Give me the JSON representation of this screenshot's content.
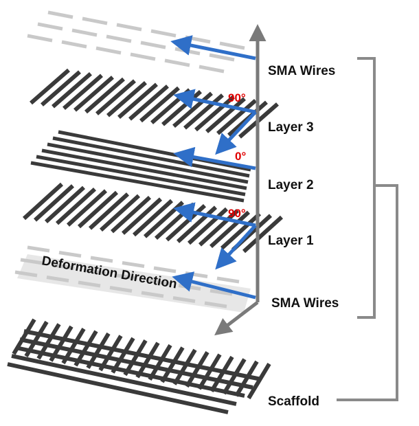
{
  "labels": {
    "sma_top": "SMA Wires",
    "layer3": "Layer 3",
    "layer2": "Layer 2",
    "layer1": "Layer 1",
    "sma_bottom": "SMA Wires",
    "scaffold": "Scaffold"
  },
  "angles": {
    "layer3": "90°",
    "layer2": "0°",
    "layer1": "90°"
  },
  "deformation_label": "Deformation Direction",
  "colors": {
    "axis": "#7a7a7a",
    "arrow": "#2f6fc8",
    "angle_text": "#e00000",
    "bar_dark": "#3a3a3a",
    "dash_light": "#c9c9c9",
    "bracket": "#8a8a8a"
  }
}
